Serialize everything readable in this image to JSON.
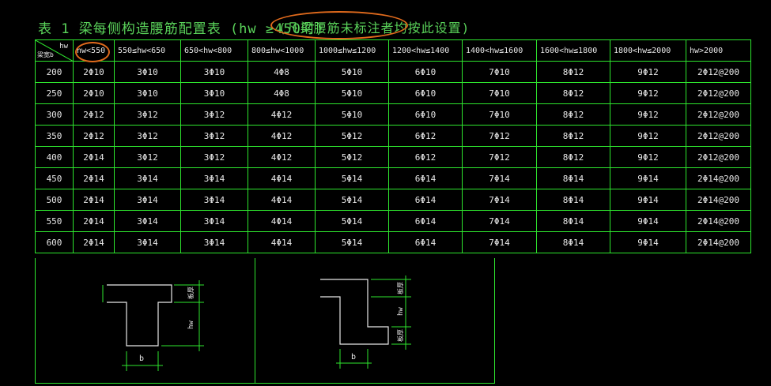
{
  "title": "表 1  梁每侧构造腰筋配置表 (hw ≥450时)",
  "note": "(凡梁腰筋未标注者均按此设置)",
  "corner": {
    "top": "hw",
    "bottom": "梁宽b"
  },
  "columns": [
    "hw<550",
    "550≤hw<650",
    "650<hw<800",
    "800≤hw<1000",
    "1000≤hw≤1200",
    "1200<hw≤1400",
    "1400<hw≤1600",
    "1600<hw≤1800",
    "1800<hw≤2000",
    "hw>2000"
  ],
  "rows": [
    {
      "b": "200",
      "cells": [
        "2Φ10",
        "3Φ10",
        "3Φ10",
        "4Φ8",
        "5Φ10",
        "6Φ10",
        "7Φ10",
        "8Φ12",
        "9Φ12",
        "2Φ12@200"
      ]
    },
    {
      "b": "250",
      "cells": [
        "2Φ10",
        "3Φ10",
        "3Φ10",
        "4Φ8",
        "5Φ10",
        "6Φ10",
        "7Φ10",
        "8Φ12",
        "9Φ12",
        "2Φ12@200"
      ]
    },
    {
      "b": "300",
      "cells": [
        "2Φ12",
        "3Φ12",
        "3Φ12",
        "4Φ12",
        "5Φ10",
        "6Φ10",
        "7Φ10",
        "8Φ12",
        "9Φ12",
        "2Φ12@200"
      ]
    },
    {
      "b": "350",
      "cells": [
        "2Φ12",
        "3Φ12",
        "3Φ12",
        "4Φ12",
        "5Φ12",
        "6Φ12",
        "7Φ12",
        "8Φ12",
        "9Φ12",
        "2Φ12@200"
      ]
    },
    {
      "b": "400",
      "cells": [
        "2Φ14",
        "3Φ12",
        "3Φ12",
        "4Φ12",
        "5Φ12",
        "6Φ12",
        "7Φ12",
        "8Φ12",
        "9Φ12",
        "2Φ12@200"
      ]
    },
    {
      "b": "450",
      "cells": [
        "2Φ14",
        "3Φ14",
        "3Φ14",
        "4Φ14",
        "5Φ14",
        "6Φ14",
        "7Φ14",
        "8Φ14",
        "9Φ14",
        "2Φ14@200"
      ]
    },
    {
      "b": "500",
      "cells": [
        "2Φ14",
        "3Φ14",
        "3Φ14",
        "4Φ14",
        "5Φ14",
        "6Φ14",
        "7Φ14",
        "8Φ14",
        "9Φ14",
        "2Φ14@200"
      ]
    },
    {
      "b": "550",
      "cells": [
        "2Φ14",
        "3Φ14",
        "3Φ14",
        "4Φ14",
        "5Φ14",
        "6Φ14",
        "7Φ14",
        "8Φ14",
        "9Φ14",
        "2Φ14@200"
      ]
    },
    {
      "b": "600",
      "cells": [
        "2Φ14",
        "3Φ14",
        "3Φ14",
        "4Φ14",
        "5Φ14",
        "6Φ14",
        "7Φ14",
        "8Φ14",
        "9Φ14",
        "2Φ14@200"
      ]
    }
  ],
  "diagram": {
    "dim_b": "b",
    "dim_hw": "hw",
    "dim_slab": "板厚"
  }
}
